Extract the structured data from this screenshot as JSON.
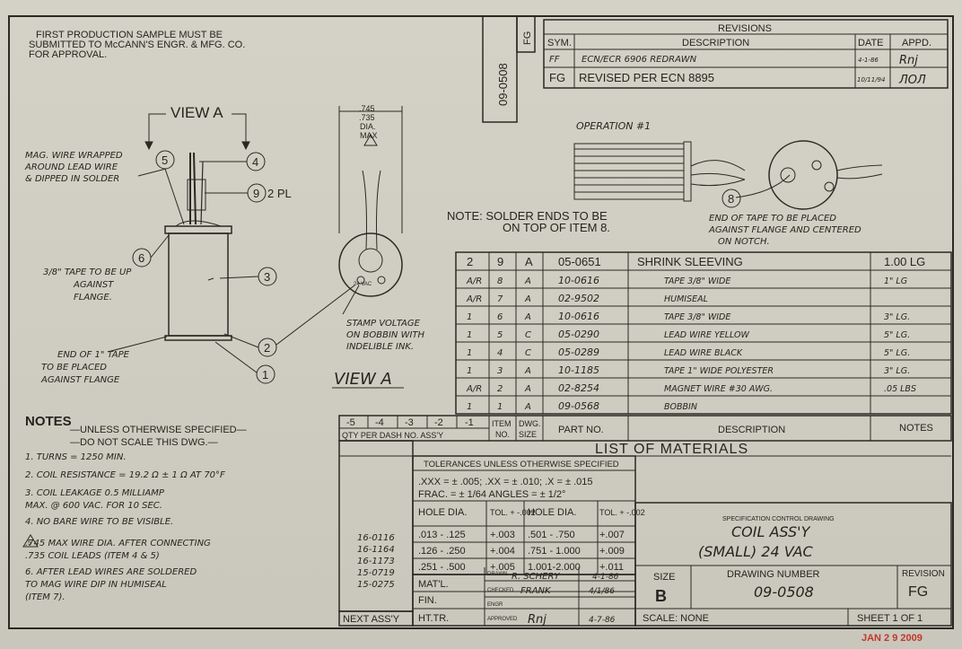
{
  "header_note": [
    "FIRST PRODUCTION SAMPLE MUST BE",
    "SUBMITTED TO McCANN'S ENGR. & MFG. CO.",
    "FOR APPROVAL."
  ],
  "rotated_number": "09-0508",
  "rotated_rev": "FG",
  "revisions": {
    "title": "REVISIONS",
    "headers": [
      "SYM.",
      "DESCRIPTION",
      "DATE",
      "APPD."
    ],
    "rows": [
      {
        "sym": "FF",
        "desc": "ECN/ECR 6906 REDRAWN",
        "date": "4-1-86",
        "appd": "Rnj"
      },
      {
        "sym": "FG",
        "desc": "REVISED PER ECN 8895",
        "date": "10/11/94",
        "appd": "ЛОЛ"
      }
    ]
  },
  "view_a_top": "VIEW A",
  "view_a_bottom": "VIEW A",
  "callouts": {
    "mag_wire": [
      "MAG. WIRE WRAPPED",
      "AROUND LEAD WIRE",
      "& DIPPED IN SOLDER"
    ],
    "tape_up": [
      "3/8\" TAPE TO BE UP",
      "AGAINST",
      "FLANGE."
    ],
    "end_tape": [
      "END OF 1\" TAPE",
      "TO BE PLACED",
      "AGAINST FLANGE"
    ],
    "stamp": [
      "STAMP VOLTAGE",
      "ON BOBBIN WITH",
      "INDELIBLE INK."
    ],
    "nine_pl": "2 PL",
    "dim": [
      ".745",
      ".735",
      "DIA.",
      "MAX"
    ],
    "vac": "24 VAC",
    "operation": "OPERATION #1",
    "solder_note": [
      "NOTE: SOLDER ENDS TO BE",
      "ON TOP OF ITEM 8."
    ],
    "end_tape_flange": [
      "END OF TAPE TO BE PLACED",
      "AGAINST FLANGE AND CENTERED",
      "ON NOTCH."
    ]
  },
  "bom": {
    "rows": [
      {
        "qty": "2",
        "item": "9",
        "size": "A",
        "part": "05-0651",
        "desc": "SHRINK SLEEVING",
        "notes": "1.00 LG"
      },
      {
        "qty": "A/R",
        "item": "8",
        "size": "A",
        "part": "10-0616",
        "desc": "TAPE 3/8\" WIDE",
        "notes": "1\" LG"
      },
      {
        "qty": "A/R",
        "item": "7",
        "size": "A",
        "part": "02-9502",
        "desc": "HUMISEAL",
        "notes": ""
      },
      {
        "qty": "1",
        "item": "6",
        "size": "A",
        "part": "10-0616",
        "desc": "TAPE 3/8\" WIDE",
        "notes": "3\" LG."
      },
      {
        "qty": "1",
        "item": "5",
        "size": "C",
        "part": "05-0290",
        "desc": "LEAD WIRE YELLOW",
        "notes": "5\" LG."
      },
      {
        "qty": "1",
        "item": "4",
        "size": "C",
        "part": "05-0289",
        "desc": "LEAD WIRE BLACK",
        "notes": "5\" LG."
      },
      {
        "qty": "1",
        "item": "3",
        "size": "A",
        "part": "10-1185",
        "desc": "TAPE 1\" WIDE POLYESTER",
        "notes": "3\" LG."
      },
      {
        "qty": "A/R",
        "item": "2",
        "size": "A",
        "part": "02-8254",
        "desc": "MAGNET WIRE #30 AWG.",
        "notes": ".05 LBS"
      },
      {
        "qty": "1",
        "item": "1",
        "size": "A",
        "part": "09-0568",
        "desc": "BOBBIN",
        "notes": ""
      }
    ],
    "dash": [
      "-5",
      "-4",
      "-3",
      "-2",
      "-1"
    ],
    "qty_label": "QTY PER DASH NO. ASS'Y",
    "item_no": [
      "ITEM",
      "NO."
    ],
    "dwg_size": [
      "DWG.",
      "SIZE"
    ],
    "part_no": "PART NO.",
    "description": "DESCRIPTION",
    "notes": "NOTES",
    "title": "LIST OF MATERIALS"
  },
  "notes": {
    "title": "NOTES",
    "sub": [
      "—UNLESS OTHERWISE SPECIFIED—",
      "—DO NOT SCALE THIS DWG.—"
    ],
    "items": [
      "1.  TURNS = 1250 MIN.",
      "2.  COIL RESISTANCE = 19.2 Ω ± 1 Ω AT 70°F",
      "3.  COIL LEAKAGE 0.5 MILLIAMP",
      "      MAX. @ 600 VAC. FOR 10 SEC.",
      "4.  NO BARE WIRE TO BE VISIBLE.",
      "      .745 MAX WIRE DIA. AFTER CONNECTING",
      "      .735 COIL LEADS (ITEM 4 & 5)",
      "6.  AFTER LEAD WIRES ARE SOLDERED",
      "      TO MAG WIRE DIP IN HUMISEAL",
      "      (ITEM 7)."
    ],
    "delta": "5"
  },
  "next_assy": [
    "16-0116",
    "16-1164",
    "16-1173",
    "15-0719",
    "15-0275"
  ],
  "next_assy_label": "NEXT ASS'Y",
  "tolerances": {
    "title": "TOLERANCES UNLESS OTHERWISE SPECIFIED",
    "line1": ".XXX = ± .005; .XX = ± .010; .X = ± .015",
    "line2": "FRAC. = ± 1/64     ANGLES = ± 1/2°",
    "headers": [
      "HOLE DIA.",
      "TOL. + -.002",
      "HOLE DIA.",
      "TOL. + -.002"
    ],
    "rows": [
      [
        ".013 - .125",
        "+.003",
        ".501 - .750",
        "+.007"
      ],
      [
        ".126 - .250",
        "+.004",
        ".751 - 1.000",
        "+.009"
      ],
      [
        ".251 - .500",
        "+.005",
        "1.001-2.000",
        "+.011"
      ]
    ]
  },
  "title_block": {
    "matl": "MAT'L.",
    "fin": "FIN.",
    "httr": "HT.TR.",
    "drawn_label": "DRAWN",
    "drawn": "R. SCHERY",
    "drawn_date": "4-1-86",
    "checked_label": "CHECKED",
    "checked": "FRANK",
    "checked_date": "4/1/86",
    "engr_label": "ENGR",
    "approved_label": "APPROVED",
    "approved": "Rnj",
    "approved_date": "4-7-86",
    "spec": "SPECIFICATION CONTROL DRAWING",
    "title1": "COIL ASS'Y",
    "title2": "(SMALL) 24 VAC",
    "size_label": "SIZE",
    "size": "B",
    "drawing_label": "DRAWING NUMBER",
    "drawing": "09-0508",
    "revision_label": "REVISION",
    "revision": "FG",
    "scale": "SCALE: NONE",
    "sheet": "SHEET 1 OF 1"
  },
  "stamp_date": "JAN 2 9 2009",
  "colors": {
    "paper": "#d2d0c4",
    "ink": "#25241f",
    "stamp": "#c0392b",
    "border": "#3d3a34"
  }
}
